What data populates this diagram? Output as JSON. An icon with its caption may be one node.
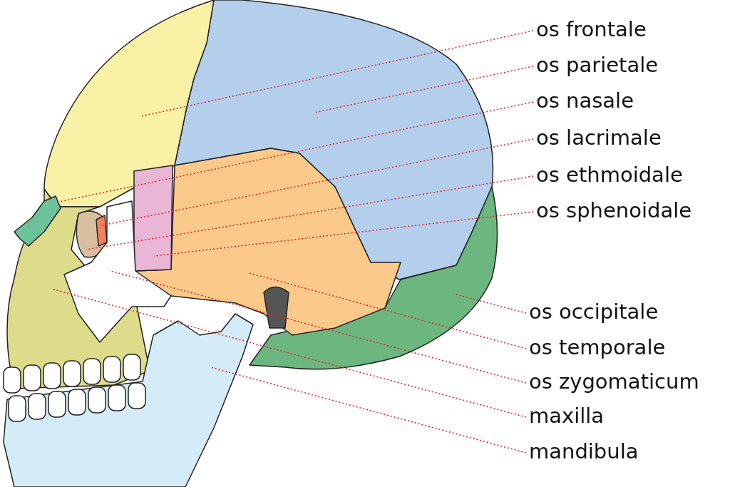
{
  "diagram": {
    "nodes": [
      {
        "text": [
          "os frontale"
        ]
      },
      {
        "text": [
          "os parietale"
        ]
      },
      {
        "text": [
          "os nasale"
        ]
      },
      {
        "text": [
          "os lacrimale"
        ]
      },
      {
        "text": [
          "os ethmoidale"
        ]
      },
      {
        "text": [
          "os sphenoidale"
        ]
      },
      {
        "text": [
          "os occipitale"
        ]
      },
      {
        "text": [
          "os temporale"
        ]
      },
      {
        "text": [
          "os zygomaticum"
        ]
      },
      {
        "text": [
          "maxilla"
        ]
      },
      {
        "text": [
          "mandibula"
        ]
      }
    ],
    "edges": [
      {
        "from": 0,
        "to": null,
        "arrow": "none",
        "style": "dashed"
      },
      {
        "from": 1,
        "to": null,
        "arrow": "none",
        "style": "dashed"
      },
      {
        "from": 2,
        "to": null,
        "arrow": "none",
        "style": "dashed"
      },
      {
        "from": 3,
        "to": null,
        "arrow": "none",
        "style": "dashed"
      },
      {
        "from": 4,
        "to": null,
        "arrow": "none",
        "style": "dashed"
      },
      {
        "from": 5,
        "to": null,
        "arrow": "none",
        "style": "dashed"
      },
      {
        "from": 6,
        "to": null,
        "arrow": "none",
        "style": "dashed"
      },
      {
        "from": 7,
        "to": null,
        "arrow": "none",
        "style": "dashed"
      },
      {
        "from": 8,
        "to": null,
        "arrow": "none",
        "style": "dashed"
      },
      {
        "from": 9,
        "to": null,
        "arrow": "none",
        "style": "dashed"
      },
      {
        "from": 10,
        "to": null,
        "arrow": "none",
        "style": "dashed"
      }
    ]
  }
}
